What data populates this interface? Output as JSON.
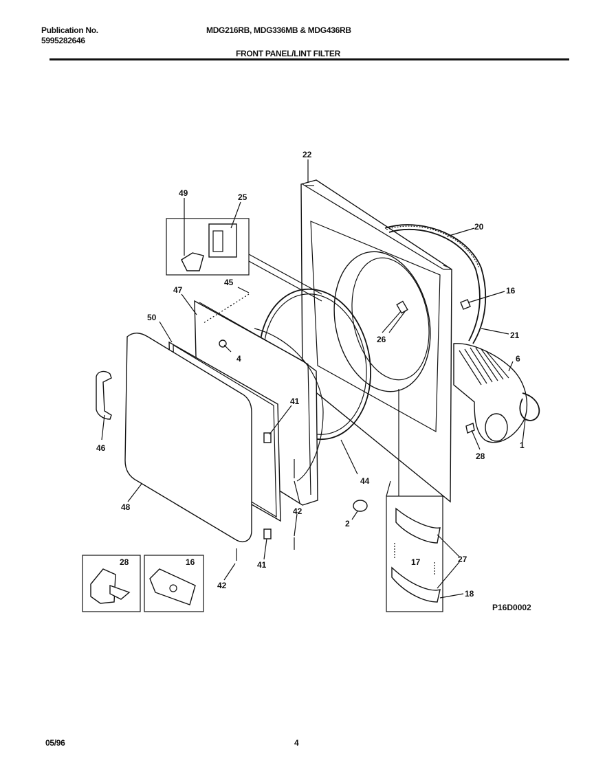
{
  "header": {
    "publication_label": "Publication No.",
    "publication_number": "5995282646",
    "models": "MDG216RB, MDG336MB & MDG436RB",
    "section_title": "FRONT PANEL/LINT FILTER"
  },
  "diagram": {
    "part_callouts": [
      {
        "id": "22",
        "text": "22"
      },
      {
        "id": "49",
        "text": "49"
      },
      {
        "id": "25",
        "text": "25"
      },
      {
        "id": "20",
        "text": "20"
      },
      {
        "id": "45",
        "text": "45"
      },
      {
        "id": "47",
        "text": "47"
      },
      {
        "id": "16a",
        "text": "16"
      },
      {
        "id": "50",
        "text": "50"
      },
      {
        "id": "26",
        "text": "26"
      },
      {
        "id": "21",
        "text": "21"
      },
      {
        "id": "4",
        "text": "4"
      },
      {
        "id": "6",
        "text": "6"
      },
      {
        "id": "41a",
        "text": "41"
      },
      {
        "id": "46",
        "text": "46"
      },
      {
        "id": "1",
        "text": "1"
      },
      {
        "id": "28a",
        "text": "28"
      },
      {
        "id": "44",
        "text": "44"
      },
      {
        "id": "48",
        "text": "48"
      },
      {
        "id": "42a",
        "text": "42"
      },
      {
        "id": "2",
        "text": "2"
      },
      {
        "id": "27",
        "text": "27"
      },
      {
        "id": "17",
        "text": "17"
      },
      {
        "id": "28b",
        "text": "28"
      },
      {
        "id": "16b",
        "text": "16"
      },
      {
        "id": "41b",
        "text": "41"
      },
      {
        "id": "42b",
        "text": "42"
      },
      {
        "id": "18",
        "text": "18"
      }
    ],
    "figure_code": "P16D0002"
  },
  "footer": {
    "date": "05/96",
    "page_number": "4"
  }
}
